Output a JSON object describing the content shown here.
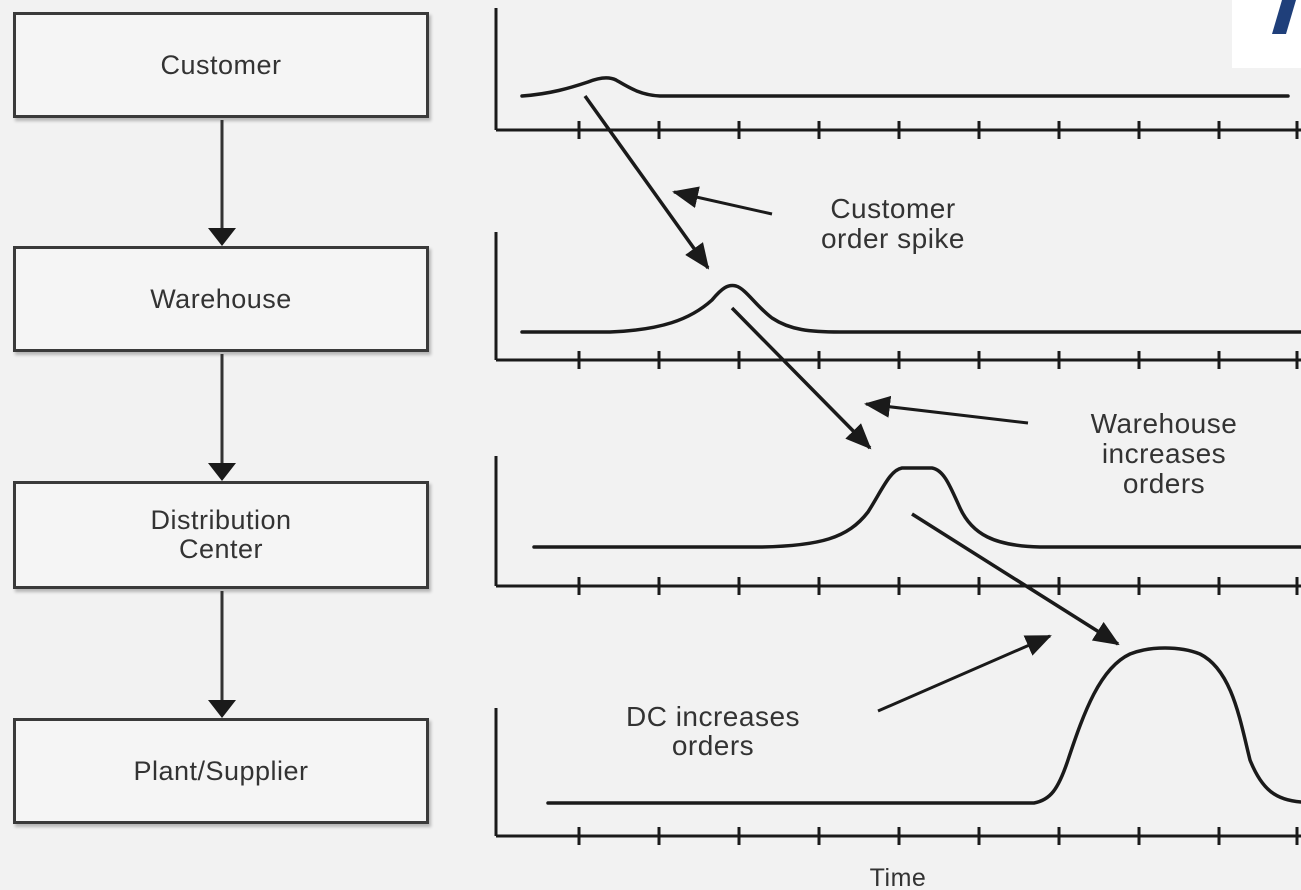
{
  "stages": [
    {
      "key": "customer",
      "lines": [
        "Customer"
      ]
    },
    {
      "key": "warehouse",
      "lines": [
        "Warehouse"
      ]
    },
    {
      "key": "dc",
      "lines": [
        "Distribution",
        "Center"
      ]
    },
    {
      "key": "plant",
      "lines": [
        "Plant/Supplier"
      ]
    }
  ],
  "annotations": {
    "customer_spike": [
      "Customer",
      "order spike"
    ],
    "warehouse_increases": [
      "Warehouse",
      "increases",
      "orders"
    ],
    "dc_increases": [
      "DC increases",
      "orders"
    ]
  },
  "x_axis_label": "Time",
  "colors": {
    "ink": "#1a1a1a",
    "accent": "#1f3f7a",
    "background": "#f2f2f2"
  },
  "icons": {
    "corner_mark": "blue-slash-mark"
  }
}
